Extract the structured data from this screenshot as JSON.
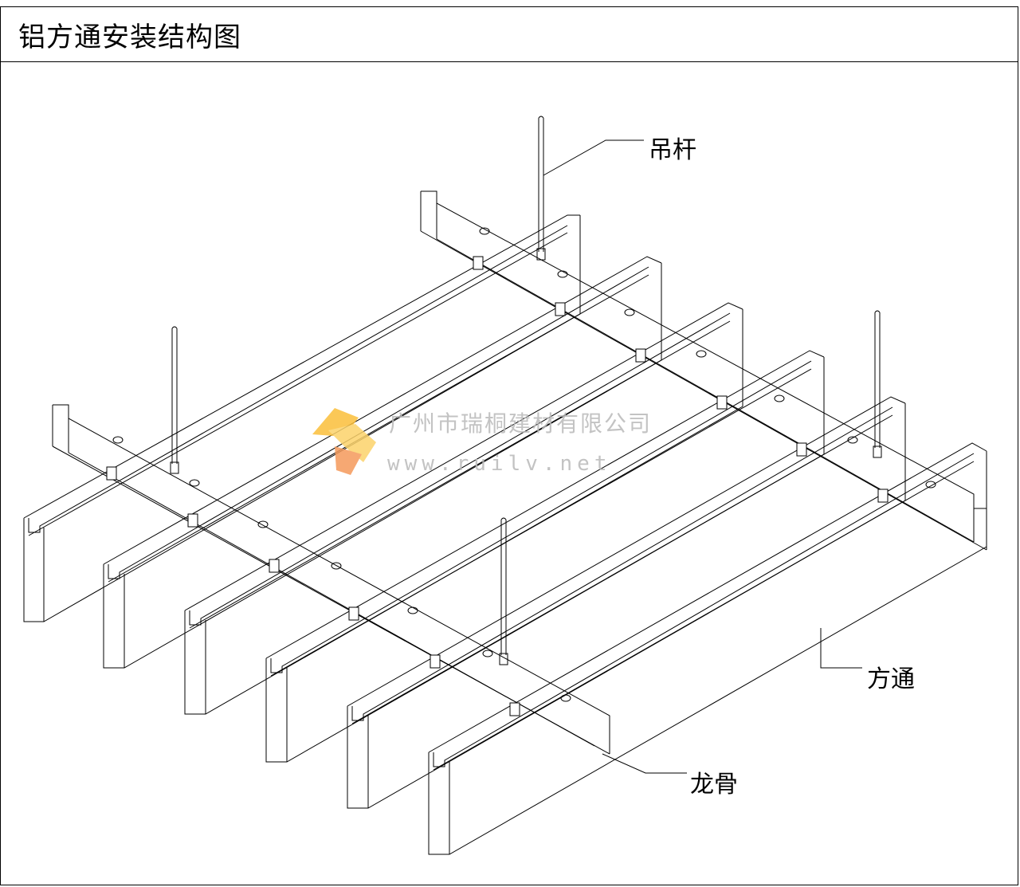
{
  "title": "铝方通安装结构图",
  "labels": {
    "rod": "吊杆",
    "tube": "方通",
    "keel": "龙骨"
  },
  "watermark": {
    "company": "广州市瑞桐建材有限公司",
    "url": "www.ruilv.net",
    "logo_colors": [
      "#fbbf3a",
      "#f59a5b"
    ]
  },
  "colors": {
    "line": "#000000",
    "watermark_text": "#b9b9b9"
  }
}
